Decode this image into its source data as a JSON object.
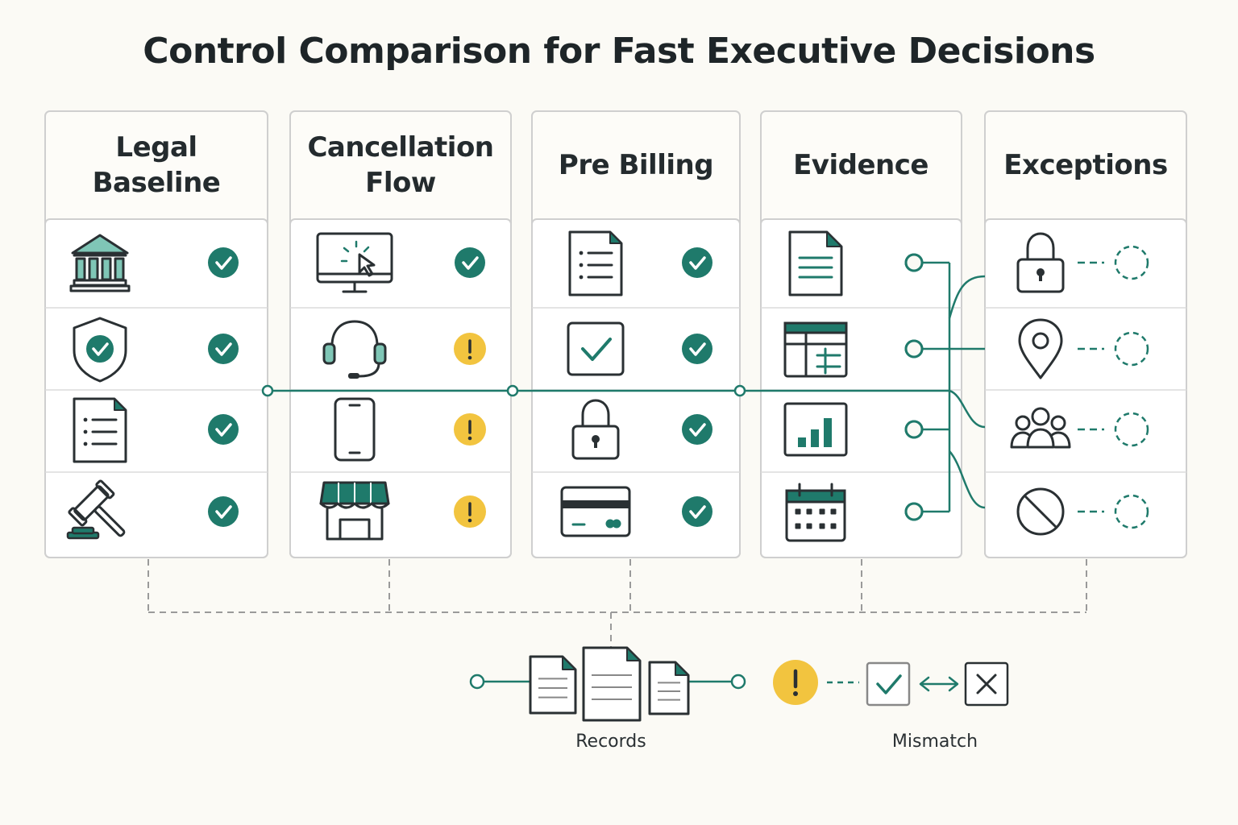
{
  "title": "Control Comparison for Fast Executive Decisions",
  "colors": {
    "teal": "#1f7a6b",
    "teal_light": "#7fc6b6",
    "warning": "#f2c43f",
    "ink": "#2a3033",
    "border": "#cfcfcf",
    "background": "#fbfaf5"
  },
  "columns": [
    {
      "header_line1": "Legal",
      "header_line2": "Baseline",
      "rows": [
        {
          "icon": "bank-icon",
          "status": "check"
        },
        {
          "icon": "shield-check-icon",
          "status": "check"
        },
        {
          "icon": "document-list-icon",
          "status": "check"
        },
        {
          "icon": "gavel-icon",
          "status": "check"
        }
      ]
    },
    {
      "header_line1": "Cancellation",
      "header_line2": "Flow",
      "rows": [
        {
          "icon": "monitor-cursor-icon",
          "status": "check"
        },
        {
          "icon": "headset-icon",
          "status": "warning"
        },
        {
          "icon": "smartphone-icon",
          "status": "warning"
        },
        {
          "icon": "store-icon",
          "status": "warning"
        }
      ]
    },
    {
      "header_line1": "Pre Billing",
      "header_line2": "",
      "rows": [
        {
          "icon": "document-list-icon",
          "status": "check"
        },
        {
          "icon": "checkbox-icon",
          "status": "check"
        },
        {
          "icon": "lock-icon",
          "status": "check"
        },
        {
          "icon": "credit-card-icon",
          "status": "check"
        }
      ]
    },
    {
      "header_line1": "Evidence",
      "header_line2": "",
      "rows": [
        {
          "icon": "document-icon",
          "status": "node"
        },
        {
          "icon": "table-icon",
          "status": "node"
        },
        {
          "icon": "bar-chart-icon",
          "status": "node"
        },
        {
          "icon": "calendar-icon",
          "status": "node"
        }
      ]
    },
    {
      "header_line1": "Exceptions",
      "header_line2": "",
      "rows": [
        {
          "icon": "lock-icon",
          "status": "pending"
        },
        {
          "icon": "location-pin-icon",
          "status": "pending"
        },
        {
          "icon": "user-group-icon",
          "status": "pending"
        },
        {
          "icon": "prohibited-icon",
          "status": "pending"
        }
      ]
    }
  ],
  "footer": {
    "records_label": "Records",
    "mismatch_label": "Mismatch",
    "records_icon": "documents-stack-icon",
    "mismatch_icons": [
      "warning-icon",
      "checkbox-icon",
      "double-arrow-icon",
      "close-box-icon"
    ]
  }
}
